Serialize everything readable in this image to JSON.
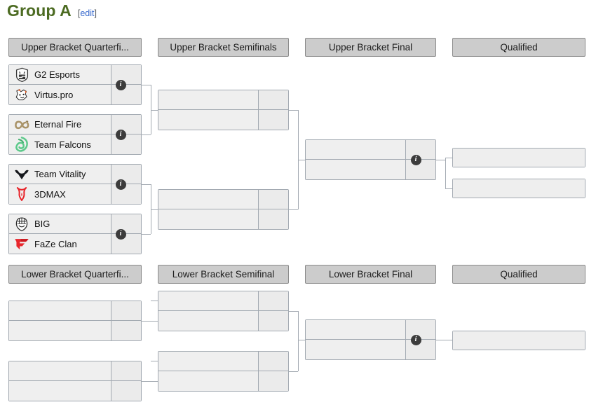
{
  "header": {
    "title": "Group A",
    "edit_label": "edit",
    "bracket_open": "[",
    "bracket_close": "]"
  },
  "colors": {
    "title_green": "#4c6b22",
    "link_blue": "#3366cc",
    "header_bg": "#cccccc",
    "header_border": "#8a8a8a",
    "box_border": "#a2a9b1",
    "box_bg": "#eeeeee",
    "score_bg": "#ebebeb",
    "info_badge": "#3c3c3c"
  },
  "icons": {
    "info": "i",
    "info_name": "info-icon"
  },
  "upper_bracket": {
    "round_headers": [
      {
        "label": "Upper Bracket Quarterfi...",
        "full": "Upper Bracket Quarterfinals"
      },
      {
        "label": "Upper Bracket Semifinals",
        "full": "Upper Bracket Semifinals"
      },
      {
        "label": "Upper Bracket Final",
        "full": "Upper Bracket Final"
      },
      {
        "label": "Qualified",
        "full": "Qualified"
      }
    ],
    "quarterfinals": [
      {
        "opponents": [
          {
            "team": "G2 Esports",
            "logo": "g2",
            "score": ""
          },
          {
            "team": "Virtus.pro",
            "logo": "virtuspro",
            "score": ""
          }
        ]
      },
      {
        "opponents": [
          {
            "team": "Eternal Fire",
            "logo": "eternalfire",
            "score": ""
          },
          {
            "team": "Team Falcons",
            "logo": "falcons",
            "score": ""
          }
        ]
      },
      {
        "opponents": [
          {
            "team": "Team Vitality",
            "logo": "vitality",
            "score": ""
          },
          {
            "team": "3DMAX",
            "logo": "3dmax",
            "score": ""
          }
        ]
      },
      {
        "opponents": [
          {
            "team": "BIG",
            "logo": "big",
            "score": ""
          },
          {
            "team": "FaZe Clan",
            "logo": "faze",
            "score": ""
          }
        ]
      }
    ],
    "semifinals": [
      {
        "opponents": [
          {
            "team": "",
            "logo": "",
            "score": ""
          },
          {
            "team": "",
            "logo": "",
            "score": ""
          }
        ]
      },
      {
        "opponents": [
          {
            "team": "",
            "logo": "",
            "score": ""
          },
          {
            "team": "",
            "logo": "",
            "score": ""
          }
        ]
      }
    ],
    "final": [
      {
        "opponents": [
          {
            "team": "",
            "logo": "",
            "score": ""
          },
          {
            "team": "",
            "logo": "",
            "score": ""
          }
        ]
      }
    ],
    "qualified": [
      {
        "team": "",
        "logo": ""
      },
      {
        "team": "",
        "logo": ""
      }
    ]
  },
  "lower_bracket": {
    "round_headers": [
      {
        "label": "Lower Bracket Quarterfi...",
        "full": "Lower Bracket Quarterfinals"
      },
      {
        "label": "Lower Bracket Semifinal",
        "full": "Lower Bracket Semifinal"
      },
      {
        "label": "Lower Bracket Final",
        "full": "Lower Bracket Final"
      },
      {
        "label": "Qualified",
        "full": "Qualified"
      }
    ],
    "quarterfinals": [
      {
        "opponents": [
          {
            "team": "",
            "logo": "",
            "score": ""
          },
          {
            "team": "",
            "logo": "",
            "score": ""
          }
        ]
      },
      {
        "opponents": [
          {
            "team": "",
            "logo": "",
            "score": ""
          },
          {
            "team": "",
            "logo": "",
            "score": ""
          }
        ]
      }
    ],
    "semifinals": [
      {
        "opponents": [
          {
            "team": "",
            "logo": "",
            "score": ""
          },
          {
            "team": "",
            "logo": "",
            "score": ""
          }
        ]
      },
      {
        "opponents": [
          {
            "team": "",
            "logo": "",
            "score": ""
          },
          {
            "team": "",
            "logo": "",
            "score": ""
          }
        ]
      }
    ],
    "final": [
      {
        "opponents": [
          {
            "team": "",
            "logo": "",
            "score": ""
          },
          {
            "team": "",
            "logo": "",
            "score": ""
          }
        ]
      }
    ],
    "qualified": [
      {
        "team": "",
        "logo": ""
      }
    ]
  }
}
